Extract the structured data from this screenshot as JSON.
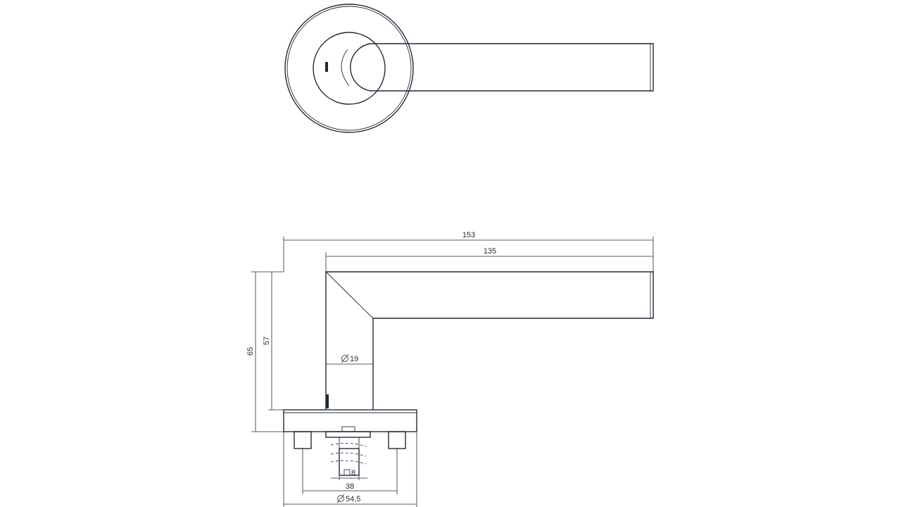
{
  "colors": {
    "line": "#1e2a3a",
    "background": "#ffffff"
  },
  "dimensions": {
    "overall_length": "153",
    "lever_length": "135",
    "height_65": "65",
    "height_57": "57",
    "lever_diameter": "19",
    "spindle": "8",
    "screw_spacing": "38",
    "rose_diameter": "54,5"
  },
  "symbols": {
    "diameter": "diameter-symbol",
    "square": "square-symbol"
  }
}
